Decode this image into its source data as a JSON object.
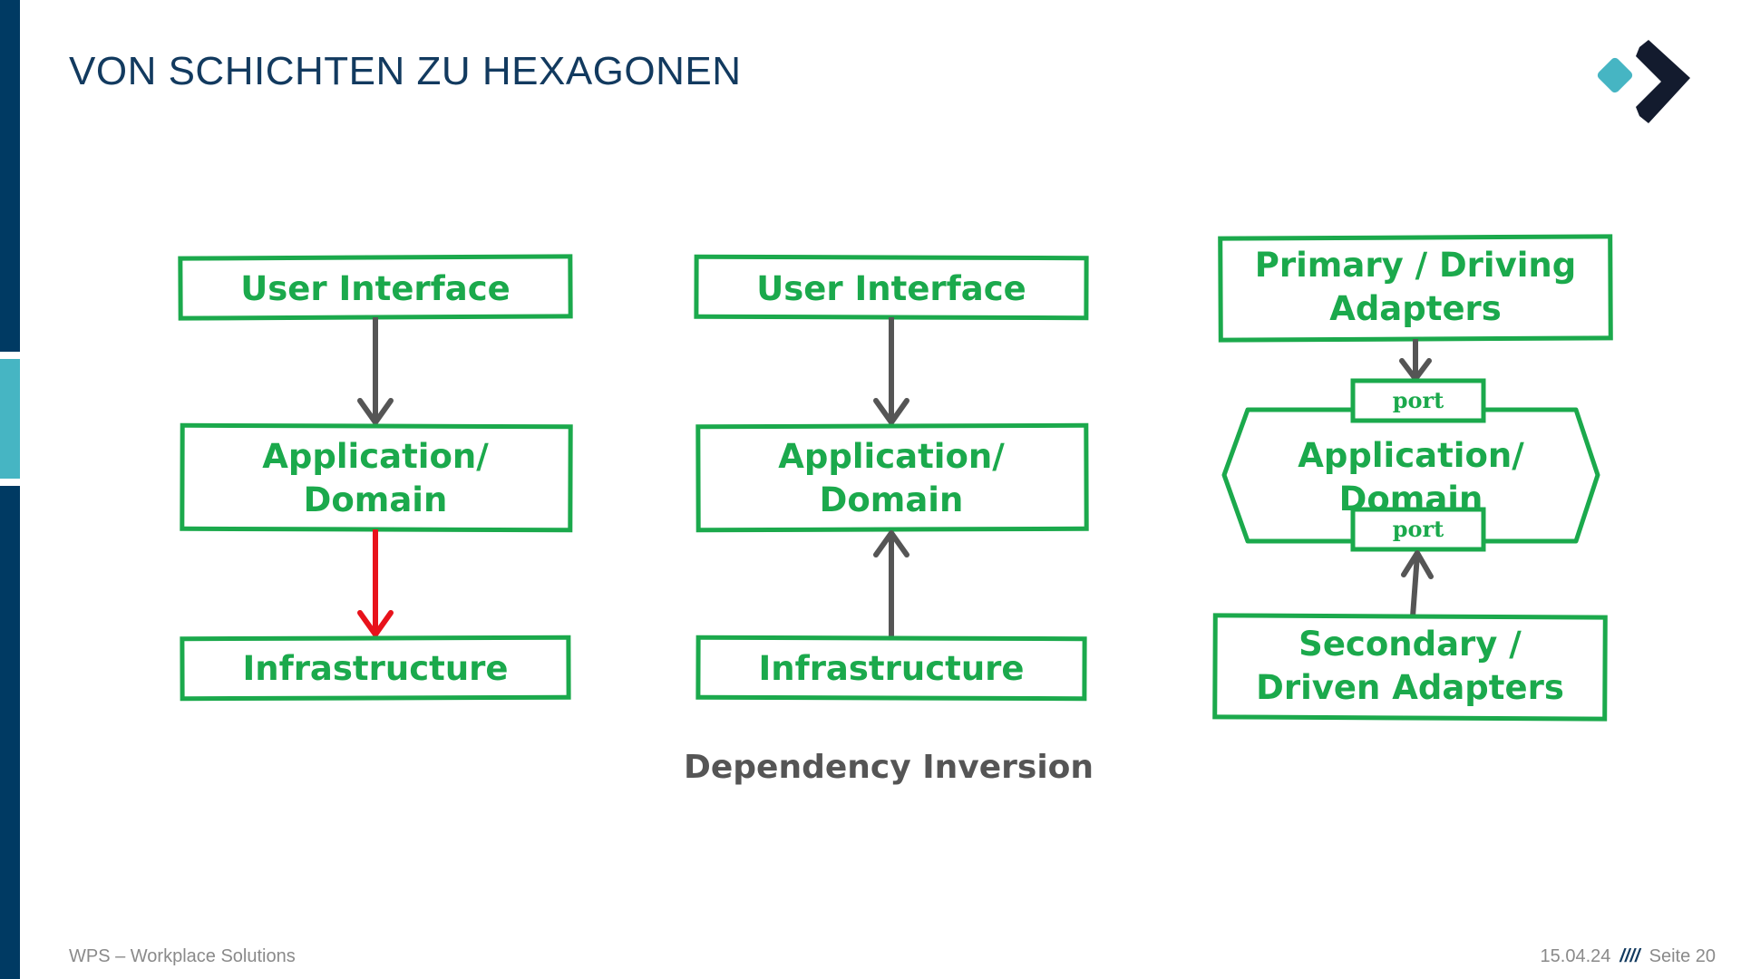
{
  "slide": {
    "title": "VON SCHICHTEN ZU HEXAGONEN",
    "caption": "Dependency Inversion"
  },
  "diagram_left": {
    "ui_label": "User Interface",
    "app_label_line1": "Application/",
    "app_label_line2": "Domain",
    "infra_label": "Infrastructure"
  },
  "diagram_middle": {
    "ui_label": "User Interface",
    "app_label_line1": "Application/",
    "app_label_line2": "Domain",
    "infra_label": "Infrastructure"
  },
  "diagram_right": {
    "primary_line1": "Primary / Driving",
    "primary_line2": "Adapters",
    "port_top": "port",
    "app_label_line1": "Application/",
    "app_label_line2": "Domain",
    "port_bottom": "port",
    "secondary_line1": "Secondary /",
    "secondary_line2": "Driven Adapters"
  },
  "footer": {
    "company": "WPS – Workplace Solutions",
    "date": "15.04.24",
    "separator": "////",
    "page": "Seite 20"
  },
  "colors": {
    "box_green": "#1ba94c",
    "arrow_gray": "#555555",
    "arrow_red": "#e8121b",
    "brand_navy": "#003a63",
    "brand_teal": "#46b5c3"
  }
}
